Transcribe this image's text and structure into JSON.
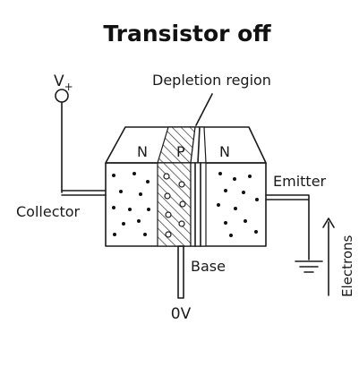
{
  "title": "Transistor off",
  "labels": {
    "v_plus": "V",
    "v_plus_sub": "+",
    "depletion_region": "Depletion region",
    "region_n_left": "N",
    "region_p": "P",
    "region_n_right": "N",
    "collector": "Collector",
    "emitter": "Emitter",
    "base": "Base",
    "zero_volts": "0V",
    "electrons": "Electrons"
  }
}
